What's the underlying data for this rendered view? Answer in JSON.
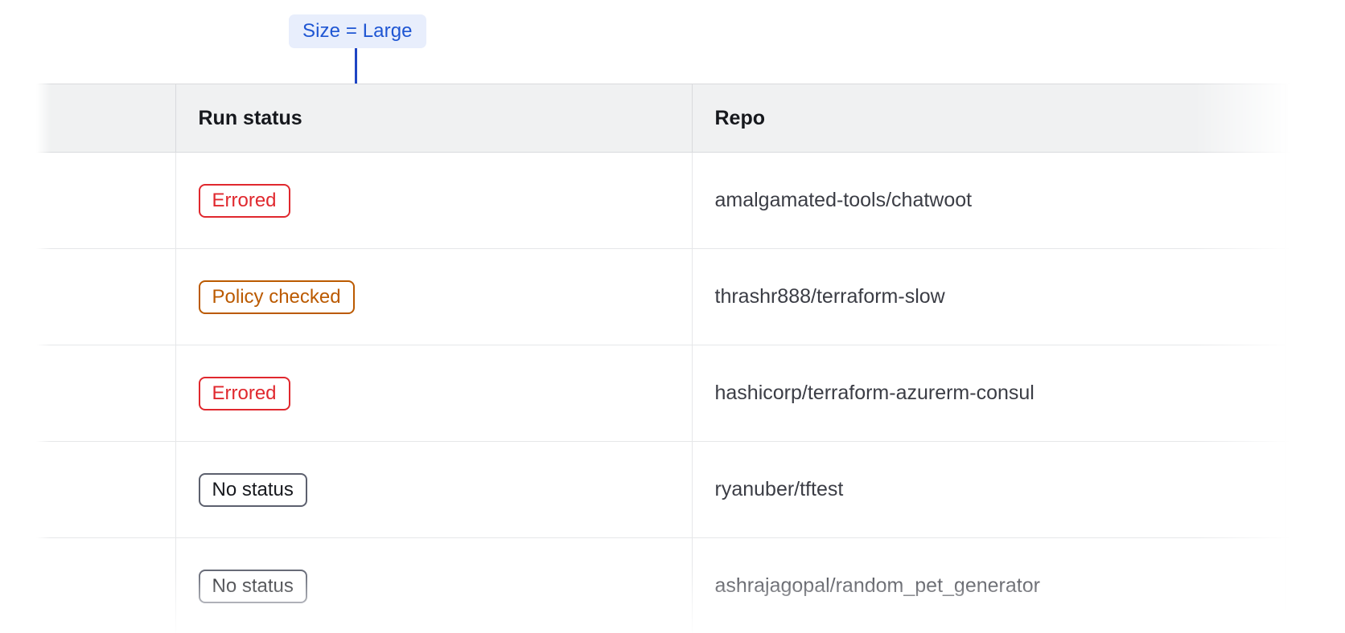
{
  "annotation": {
    "label": "Size = Large",
    "accent_color": "#1f45c4",
    "label_bg": "#e8eefc",
    "label_text_color": "#1f56d3"
  },
  "table": {
    "columns": [
      {
        "key": "select",
        "label": ""
      },
      {
        "key": "run_status",
        "label": "Run status"
      },
      {
        "key": "repo",
        "label": "Repo"
      },
      {
        "key": "extra",
        "label": ""
      }
    ],
    "rows": [
      {
        "run_status": "Errored",
        "status_kind": "errored",
        "repo": "amalgamated-tools/chatwoot"
      },
      {
        "run_status": "Policy checked",
        "status_kind": "policy-checked",
        "repo": "thrashr888/terraform-slow"
      },
      {
        "run_status": "Errored",
        "status_kind": "errored",
        "repo": "hashicorp/terraform-azurerm-consul"
      },
      {
        "run_status": "No status",
        "status_kind": "no-status",
        "repo": "ryanuber/tftest"
      },
      {
        "run_status": "No status",
        "status_kind": "no-status",
        "repo": "ashrajagopal/random_pet_generator"
      }
    ],
    "status_colors": {
      "errored": "#e0282e",
      "policy-checked": "#bb5a00",
      "no-status": "#5c606e"
    },
    "header_bg": "#f0f1f2",
    "border_color": "#d9dadd"
  }
}
